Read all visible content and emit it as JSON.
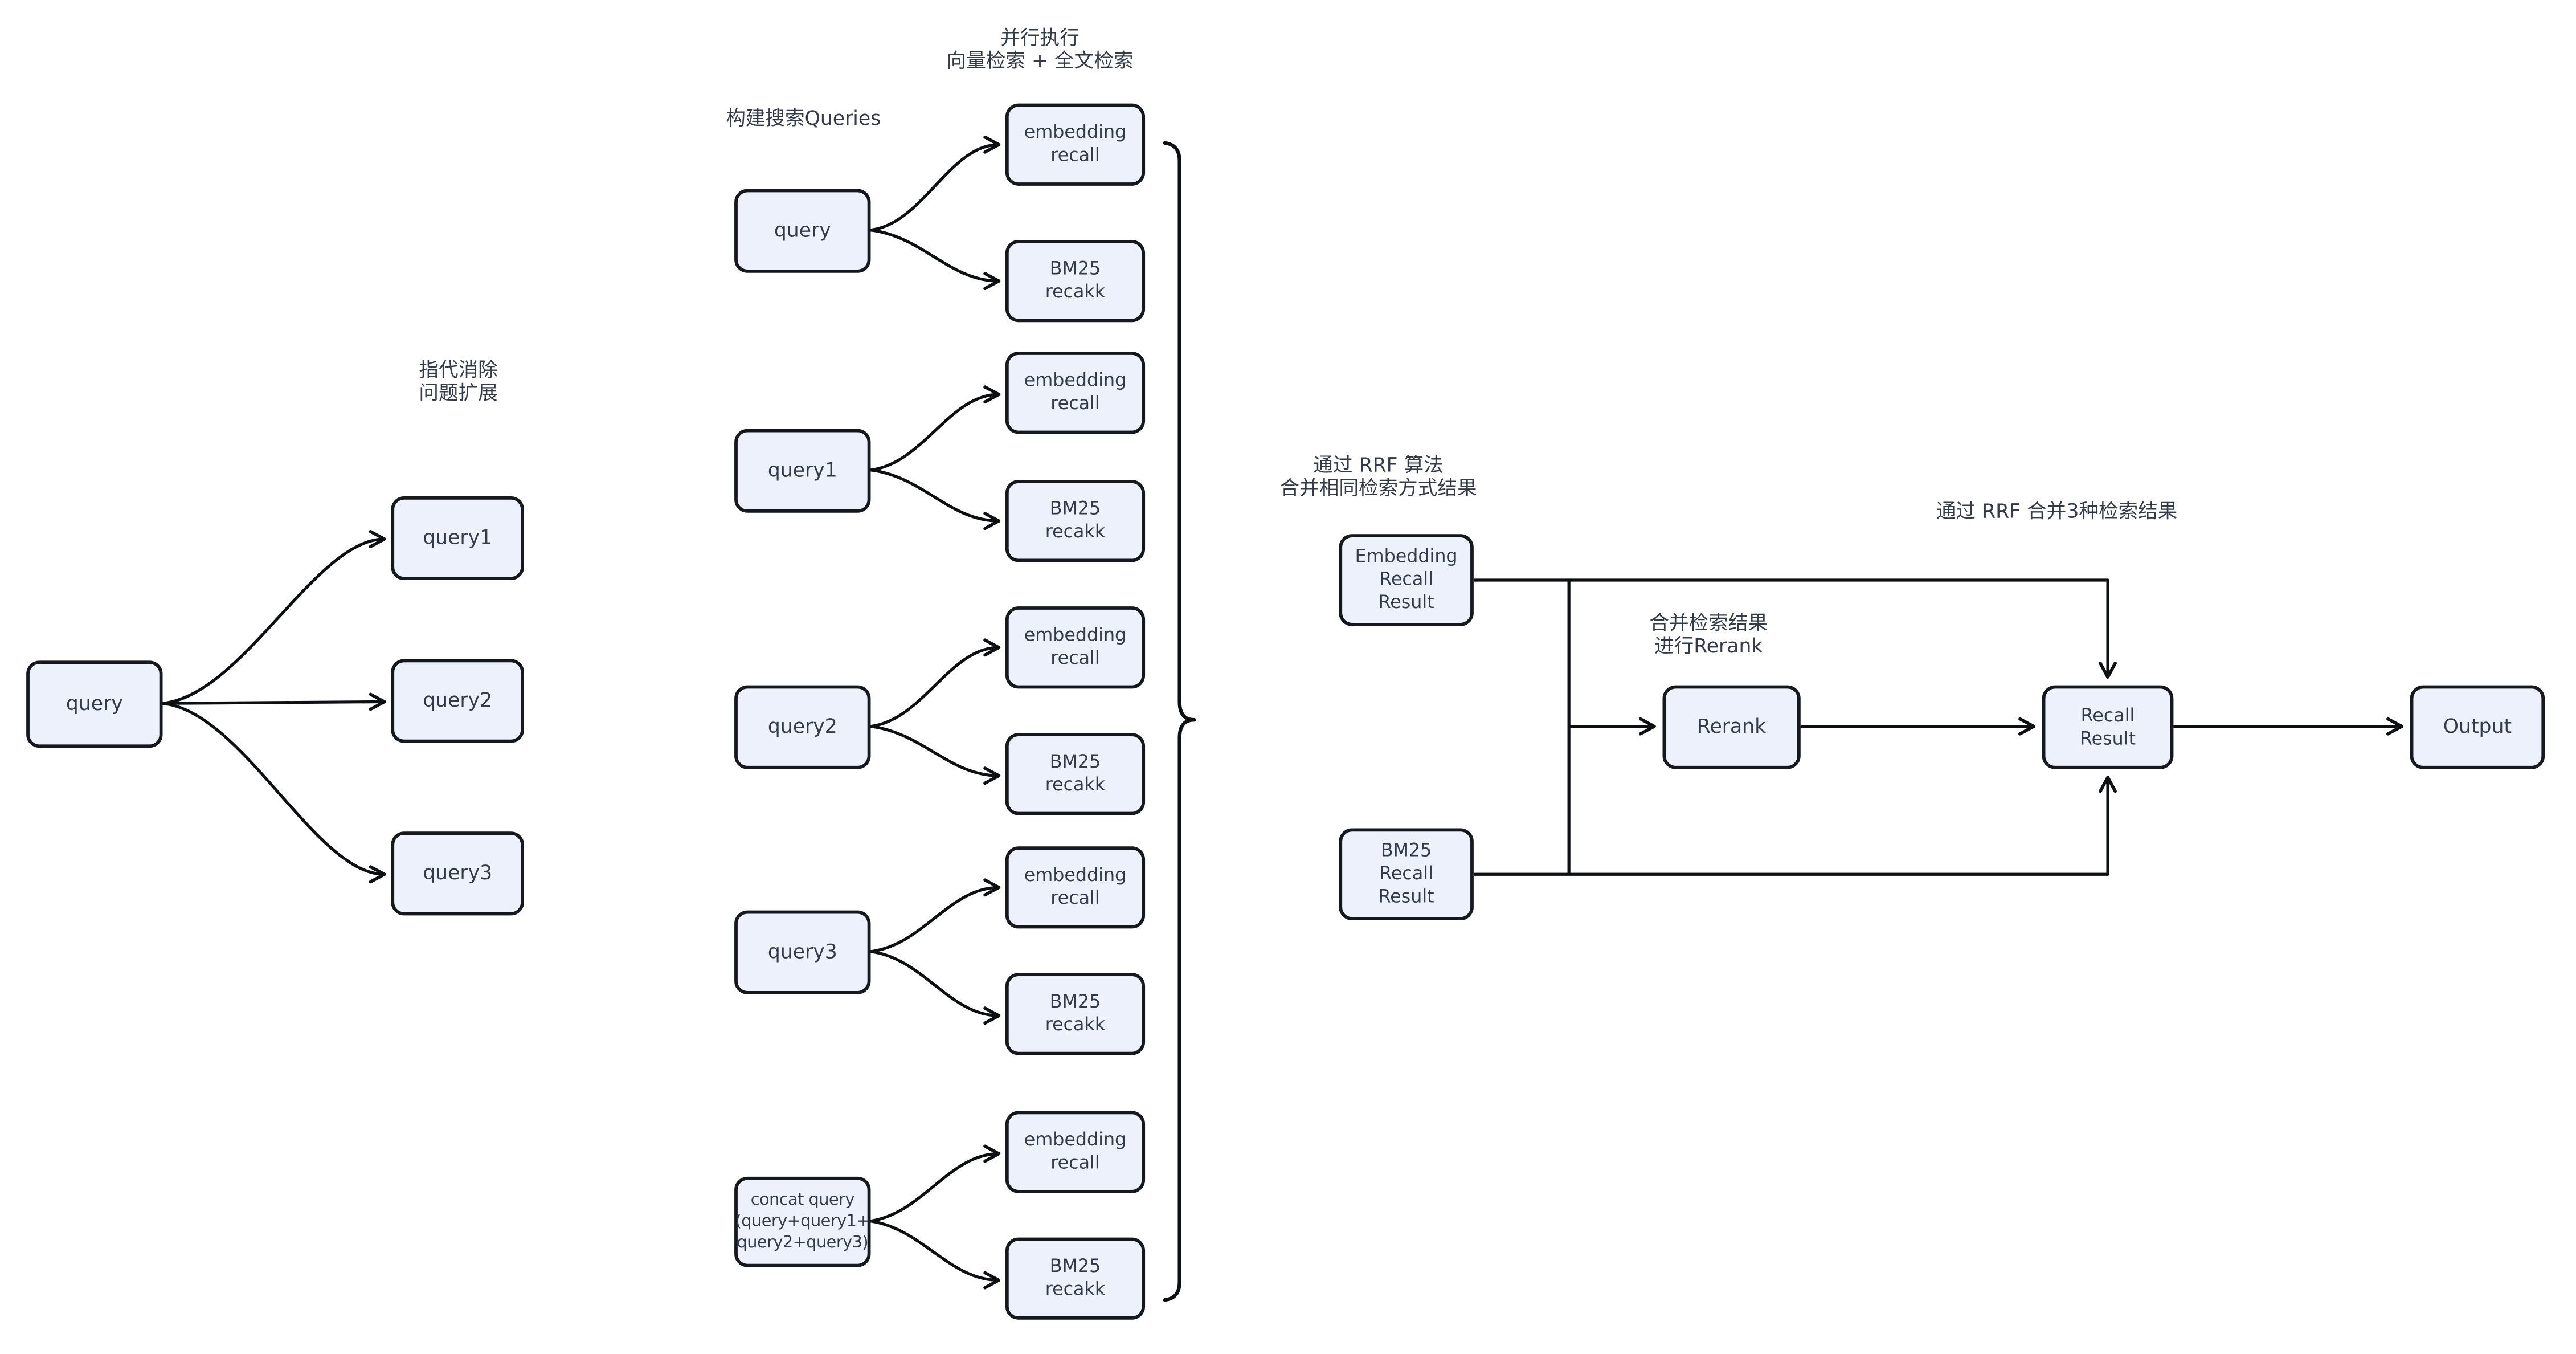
{
  "colors": {
    "background": "#ffffff",
    "box_fill": "#edf1fb",
    "box_border": "#15181d",
    "line": "#0d0f12",
    "text": "#333b4a"
  },
  "annotations": {
    "coref": [
      "指代消除",
      "问题扩展"
    ],
    "build_queries": "构建搜索Queries",
    "parallel": [
      "并行执行",
      "向量检索 + 全文检索"
    ],
    "rrf_same": [
      "通过 RRF 算法",
      "合并相同检索方式结果"
    ],
    "rerank_note": [
      "合并检索结果",
      "进行Rerank"
    ],
    "rrf_merge3": "通过 RRF 合并3种检索结果"
  },
  "left": {
    "query": "query",
    "expansions": [
      "query1",
      "query2",
      "query3"
    ]
  },
  "middle": {
    "rows": [
      {
        "source": [
          "query"
        ],
        "embedding": [
          "embedding",
          "recall"
        ],
        "bm25": [
          "BM25",
          "recakk"
        ]
      },
      {
        "source": [
          "query1"
        ],
        "embedding": [
          "embedding",
          "recall"
        ],
        "bm25": [
          "BM25",
          "recakk"
        ]
      },
      {
        "source": [
          "query2"
        ],
        "embedding": [
          "embedding",
          "recall"
        ],
        "bm25": [
          "BM25",
          "recakk"
        ]
      },
      {
        "source": [
          "query3"
        ],
        "embedding": [
          "embedding",
          "recall"
        ],
        "bm25": [
          "BM25",
          "recakk"
        ]
      },
      {
        "source": [
          "concat query",
          "(query+query1+",
          "query2+query3)"
        ],
        "embedding": [
          "embedding",
          "recall"
        ],
        "bm25": [
          "BM25",
          "recakk"
        ]
      }
    ]
  },
  "right": {
    "embedding_recall_result": [
      "Embedding",
      "Recall",
      "Result"
    ],
    "bm25_recall_result": [
      "BM25",
      "Recall",
      "Result"
    ],
    "rerank": "Rerank",
    "recall_result": [
      "Recall",
      "Result"
    ],
    "output": "Output"
  }
}
